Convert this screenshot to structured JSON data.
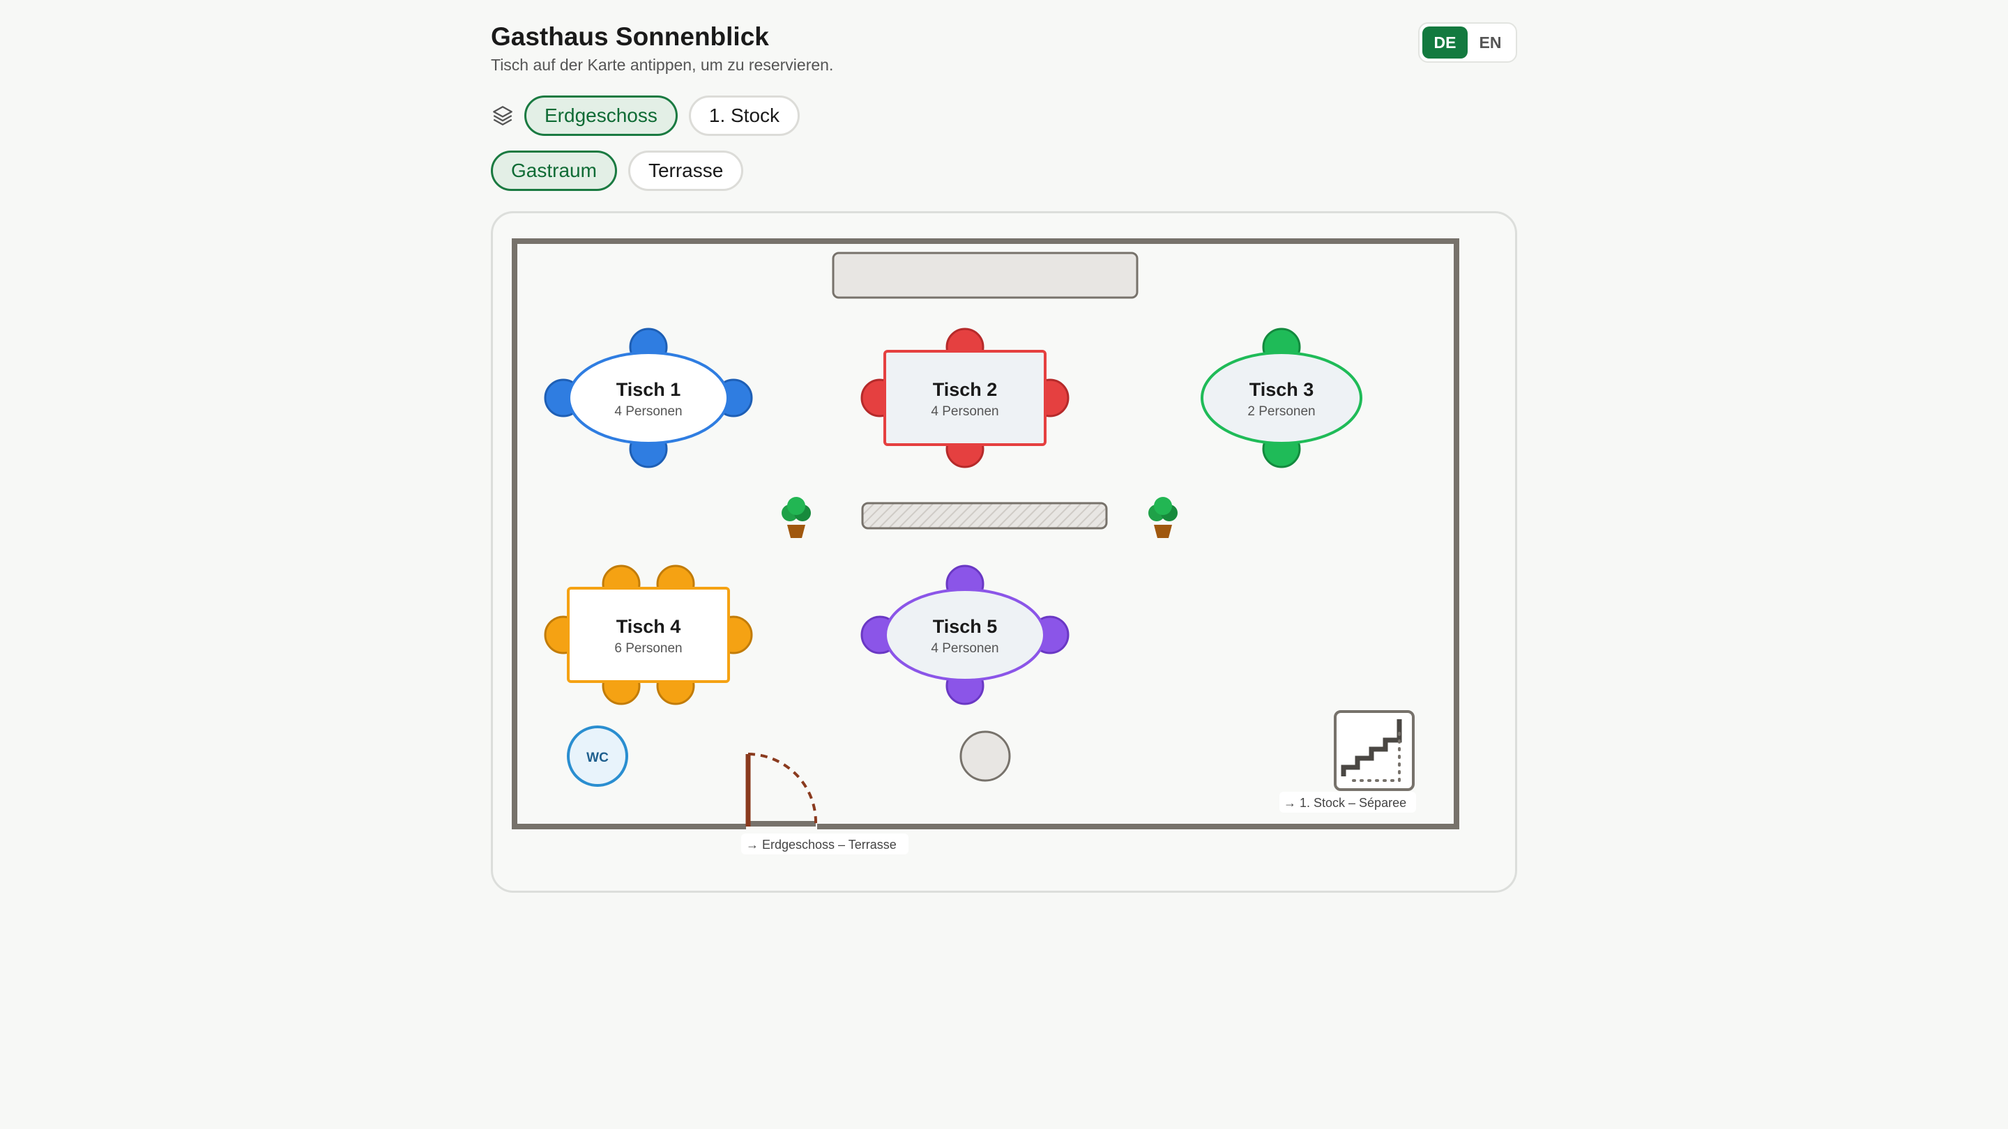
{
  "header": {
    "title": "Gasthaus Sonnenblick",
    "subtitle": "Tisch auf der Karte antippen, um zu reservieren."
  },
  "language": {
    "options": [
      "DE",
      "EN"
    ],
    "selected": "DE"
  },
  "floors": {
    "icon": "layers-icon",
    "items": [
      {
        "label": "Erdgeschoss",
        "active": true
      },
      {
        "label": "1. Stock",
        "active": false
      }
    ]
  },
  "areas": {
    "items": [
      {
        "label": "Gastraum",
        "active": true
      },
      {
        "label": "Terrasse",
        "active": false
      }
    ]
  },
  "map": {
    "tables": [
      {
        "name": "Tisch 1",
        "capacity": "4 Personen",
        "color": "#2f7de1"
      },
      {
        "name": "Tisch 2",
        "capacity": "4 Personen",
        "color": "#e54040"
      },
      {
        "name": "Tisch 3",
        "capacity": "2 Personen",
        "color": "#1fbb58"
      },
      {
        "name": "Tisch 4",
        "capacity": "6 Personen",
        "color": "#f5a213"
      },
      {
        "name": "Tisch 5",
        "capacity": "4 Personen",
        "color": "#8b55e8"
      }
    ],
    "wc_label": "WC",
    "door_link": "→ Erdgeschoss – Terrasse",
    "stairs_link": "→ 1. Stock – Séparee",
    "colors": {
      "wall": "#77726b",
      "accent": "#137a3f",
      "door": "#8a3a1e",
      "wc": "#2a8ed0"
    }
  }
}
